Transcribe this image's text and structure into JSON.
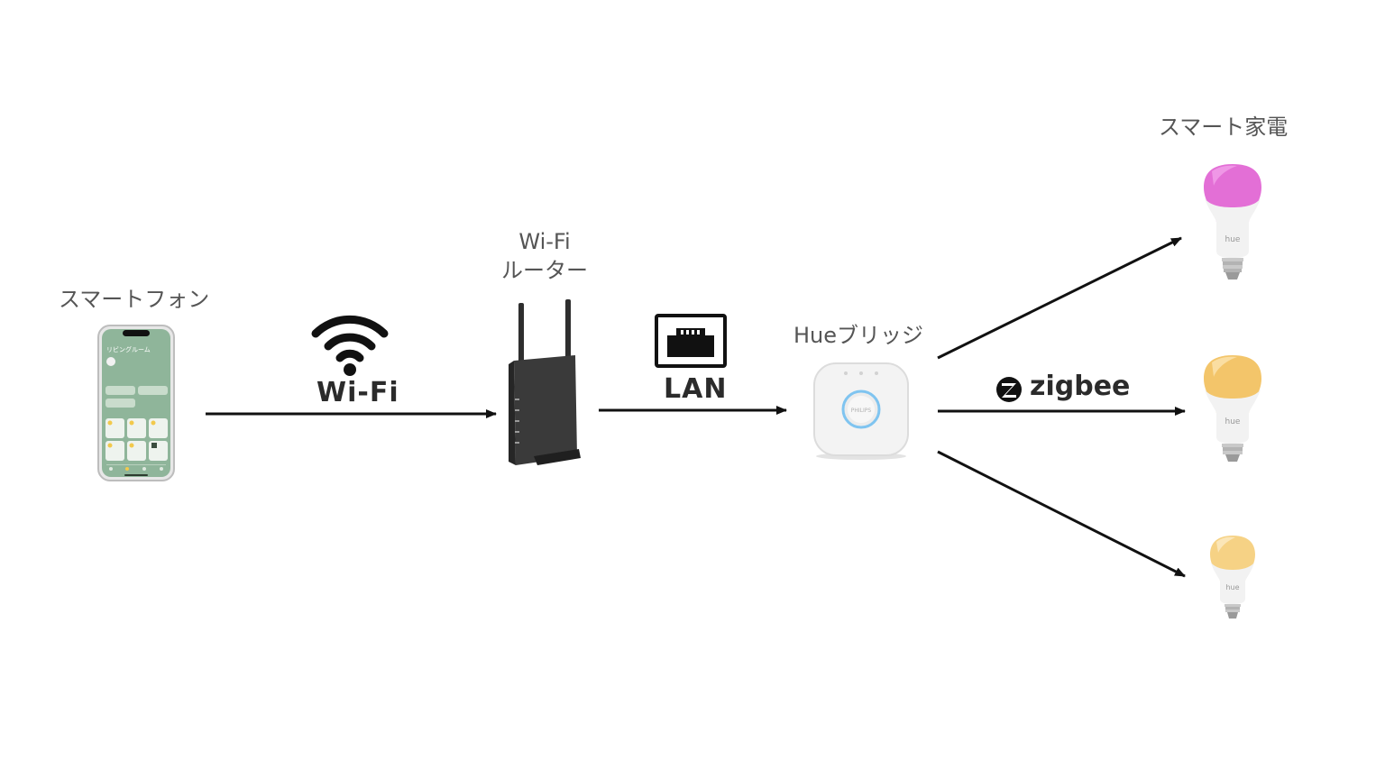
{
  "nodes": {
    "smartphone": {
      "label": "スマートフォン",
      "screen_title": "リビングルーム"
    },
    "router": {
      "label_line1": "Wi-Fi",
      "label_line2": "ルーター"
    },
    "bridge": {
      "label": "Hueブリッジ",
      "brand": "PHILIPS"
    },
    "appliances": {
      "label": "スマート家電",
      "bulb_text": "hue"
    }
  },
  "links": {
    "wifi": {
      "label": "Wi-Fi",
      "icon": "wifi-icon"
    },
    "lan": {
      "label": "LAN",
      "icon": "ethernet-port-icon"
    },
    "zigbee": {
      "label": "zigbee",
      "icon": "zigbee-logo-icon"
    }
  },
  "colors": {
    "arrow": "#111111",
    "phone_screen": "#8fb59a",
    "router_body": "#3a3a3a",
    "bridge_ring": "#7fc4f0",
    "bulb_color": "#e36fd6",
    "bulb_warm": "#f3c56a",
    "bulb_warm2": "#f6d285"
  }
}
